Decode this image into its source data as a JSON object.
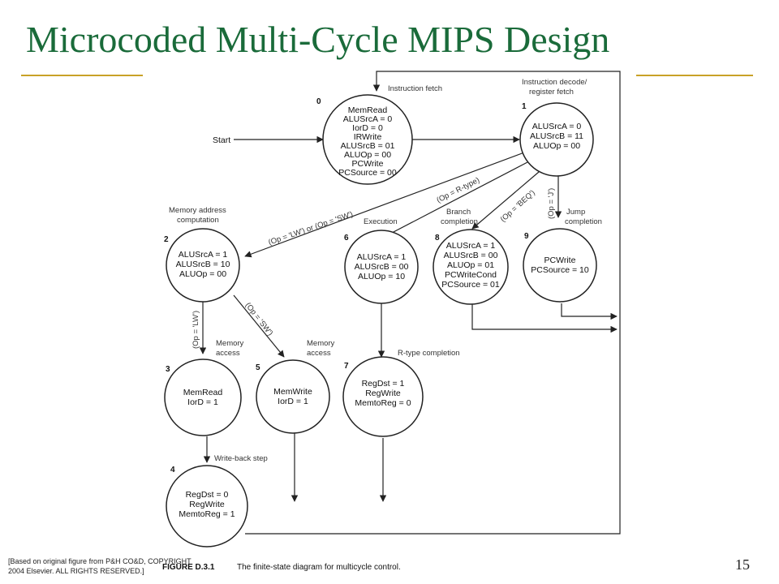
{
  "slide": {
    "title": "Microcoded Multi-Cycle MIPS Design",
    "page_number": "15",
    "footnote_line1": "[Based on original figure from P&H CO&D, COPYRIGHT",
    "footnote_line2": "2004 Elsevier. ALL RIGHTS RESERVED.]"
  },
  "diagram": {
    "start_label": "Start",
    "figure_number": "FIGURE D.3.1",
    "figure_caption": "The finite-state diagram for multicycle control.",
    "states": [
      {
        "id": "0",
        "label": "Instruction fetch",
        "lines": [
          "MemRead",
          "ALUSrcA = 0",
          "IorD = 0",
          "IRWrite",
          "ALUSrcB = 01",
          "ALUOp = 00",
          "PCWrite",
          "PCSource = 00"
        ]
      },
      {
        "id": "1",
        "label1": "Instruction decode/",
        "label2": "register fetch",
        "lines": [
          "ALUSrcA = 0",
          "ALUSrcB = 11",
          "ALUOp = 00"
        ]
      },
      {
        "id": "2",
        "label1": "Memory address",
        "label2": "computation",
        "lines": [
          "ALUSrcA = 1",
          "ALUSrcB = 10",
          "ALUOp = 00"
        ]
      },
      {
        "id": "3",
        "label1": "Memory",
        "label2": "access",
        "lines": [
          "MemRead",
          "IorD = 1"
        ]
      },
      {
        "id": "4",
        "label": "Write-back step",
        "lines": [
          "RegDst = 0",
          "RegWrite",
          "MemtoReg = 1"
        ]
      },
      {
        "id": "5",
        "label1": "Memory",
        "label2": "access",
        "lines": [
          "MemWrite",
          "IorD = 1"
        ]
      },
      {
        "id": "6",
        "label": "Execution",
        "lines": [
          "ALUSrcA = 1",
          "ALUSrcB = 00",
          "ALUOp = 10"
        ]
      },
      {
        "id": "7",
        "label": "R-type completion",
        "lines": [
          "RegDst = 1",
          "RegWrite",
          "MemtoReg = 0"
        ]
      },
      {
        "id": "8",
        "label1": "Branch",
        "label2": "completion",
        "lines": [
          "ALUSrcA = 1",
          "ALUSrcB = 00",
          "ALUOp = 01",
          "PCWriteCond",
          "PCSource = 01"
        ]
      },
      {
        "id": "9",
        "label1": "Jump",
        "label2": "completion",
        "lines": [
          "PCWrite",
          "PCSource = 10"
        ]
      }
    ],
    "transitions": {
      "to_2": "(Op = 'LW') or (Op = 'SW')",
      "to_6": "(Op = R-type)",
      "to_8": "(Op = 'BEQ')",
      "to_9": "(Op = 'J')",
      "to_3": "(Op = 'LW')",
      "to_5": "(Op = 'SW')"
    }
  }
}
